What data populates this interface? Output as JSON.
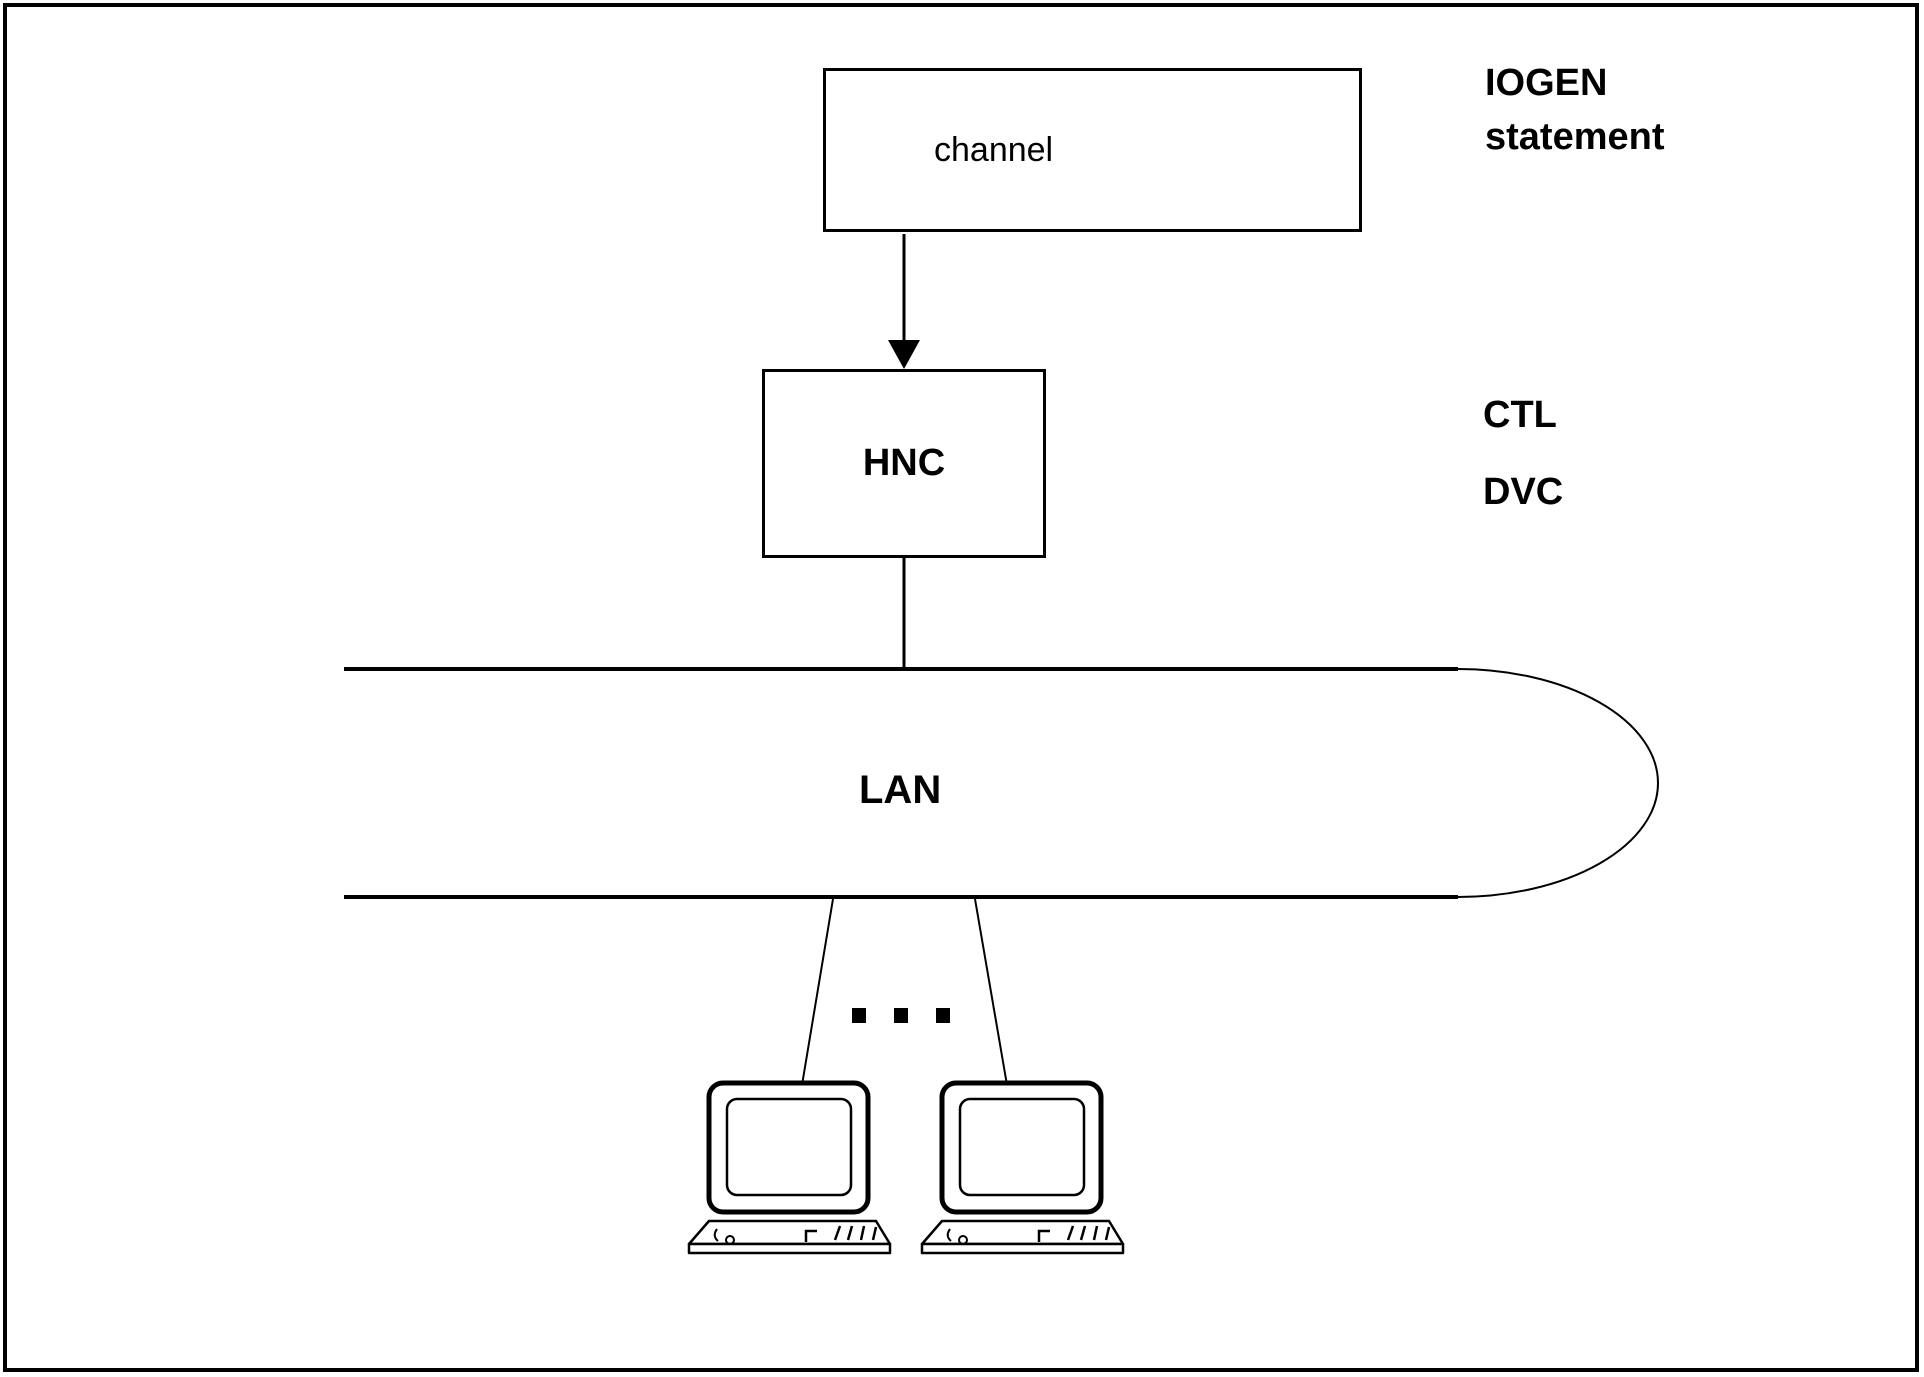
{
  "diagram": {
    "channel_label": "channel",
    "hnc_label": "HNC",
    "lan_label": "LAN",
    "annotations": {
      "iogen_line1": "IOGEN",
      "iogen_line2": "statement",
      "ctl": "CTL",
      "dvc": "DVC"
    },
    "icons": {
      "workstation": "desktop-computer",
      "ellipsis": "square-dots",
      "arrow": "arrow-down"
    },
    "colors": {
      "line": "#000000",
      "background": "#ffffff",
      "text": "#000000"
    }
  }
}
